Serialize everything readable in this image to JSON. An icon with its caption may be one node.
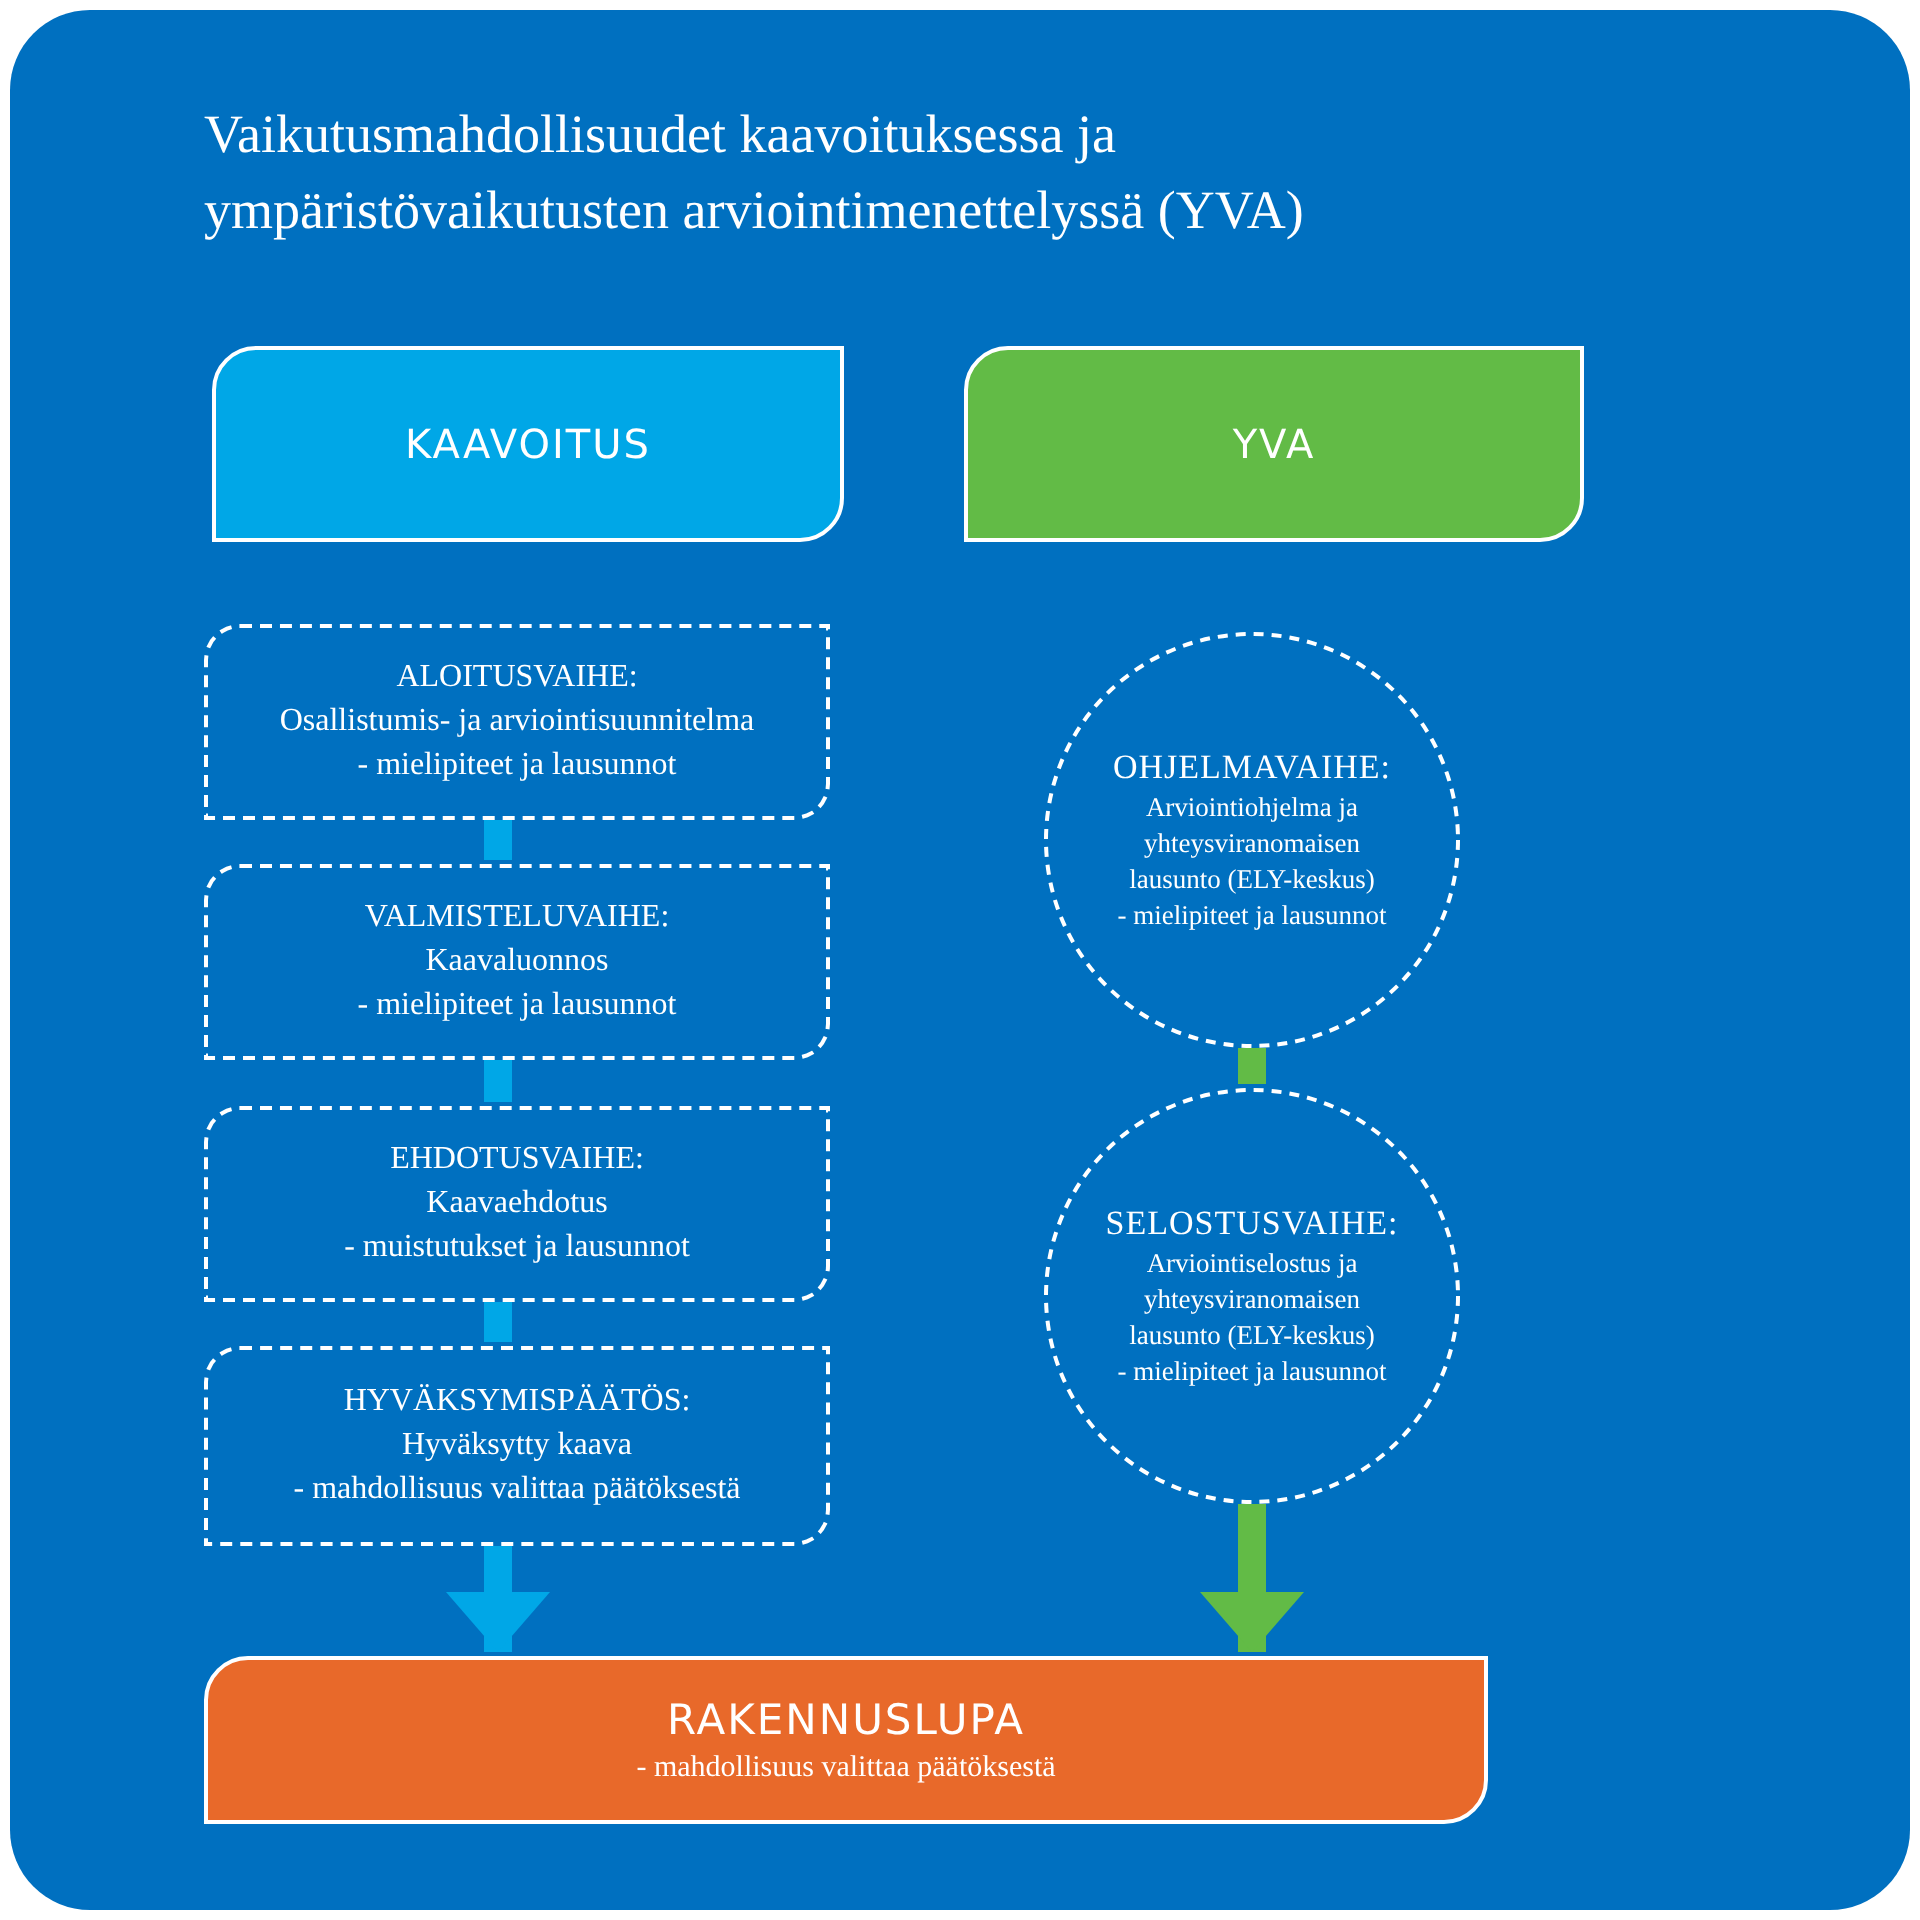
{
  "diagram": {
    "title": "Vaikutusmahdollisuudet kaavoituksessa ja ympäristövaikutusten arviointimenettelyssä (YVA)",
    "nodes": [
      {
        "text": [
          "KAAVOITUS"
        ]
      },
      {
        "text": [
          "YVA"
        ]
      },
      {
        "text": [
          "ALOITUSVAIHE:",
          "Osallistumis- ja arviointisuunnitelma",
          "- mielipiteet ja lausunnot"
        ]
      },
      {
        "text": [
          "VALMISTELUVAIHE:",
          "Kaavaluonnos",
          "- mielipiteet ja lausunnot"
        ]
      },
      {
        "text": [
          "EHDOTUSVAIHE:",
          "Kaavaehdotus",
          "- muistutukset ja lausunnot"
        ]
      },
      {
        "text": [
          "HYVÄKSYMISPÄÄTÖS:",
          "Hyväksytty kaava",
          "- mahdollisuus valittaa päätöksestä"
        ]
      },
      {
        "text": [
          "OHJELMAVAIHE:",
          "Arviointiohjelma ja yhteysviranomaisen lausunto (ELY-keskus)",
          "- mielipiteet ja lausunnot"
        ]
      },
      {
        "text": [
          "SELOSTUSVAIHE:",
          "Arviointiselostus ja yhteysviranomaisen lausunto (ELY-keskus)",
          "- mielipiteet ja lausunnot"
        ]
      },
      {
        "text": [
          "RAKENNUSLUPA",
          "- mahdollisuus valittaa päätöksestä"
        ]
      }
    ],
    "edges": [
      {
        "from": 2,
        "to": 3,
        "arrow": "none"
      },
      {
        "from": 3,
        "to": 4,
        "arrow": "none"
      },
      {
        "from": 4,
        "to": 5,
        "arrow": "none"
      },
      {
        "from": 5,
        "to": 8,
        "arrow": "to"
      },
      {
        "from": 6,
        "to": 7,
        "arrow": "none",
        "color": "#62bb46"
      },
      {
        "from": 7,
        "to": 8,
        "arrow": "to",
        "color": "#62bb46"
      }
    ]
  }
}
